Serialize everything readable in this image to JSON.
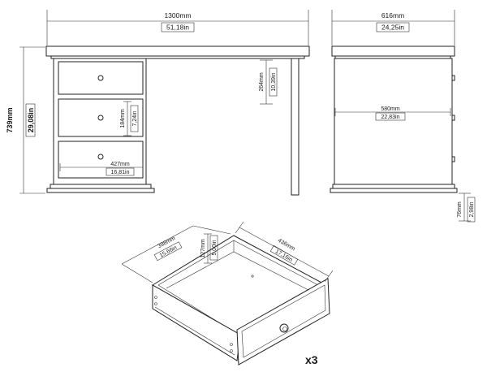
{
  "front_view": {
    "width_mm": "1300mm",
    "width_in": "51,18in",
    "height_mm": "739mm",
    "height_in": "29,08in",
    "knee_height_mm": "264mm",
    "knee_height_in": "10,39in",
    "drawer_height_mm": "184mm",
    "drawer_height_in": "7,24in",
    "drawer_width_mm": "427mm",
    "drawer_width_in": "16,81in"
  },
  "side_view": {
    "depth_mm": "616mm",
    "depth_in": "24,25in",
    "inner_depth_mm": "580mm",
    "inner_depth_in": "22,83in",
    "foot_height_mm": "76mm",
    "foot_height_in": "2,98in"
  },
  "drawer_detail": {
    "depth_mm": "398mm",
    "depth_in": "15,66in",
    "height_mm": "127mm",
    "height_in": "5,00in",
    "width_mm": "436mm",
    "width_in": "17,16in",
    "quantity": "x3"
  }
}
